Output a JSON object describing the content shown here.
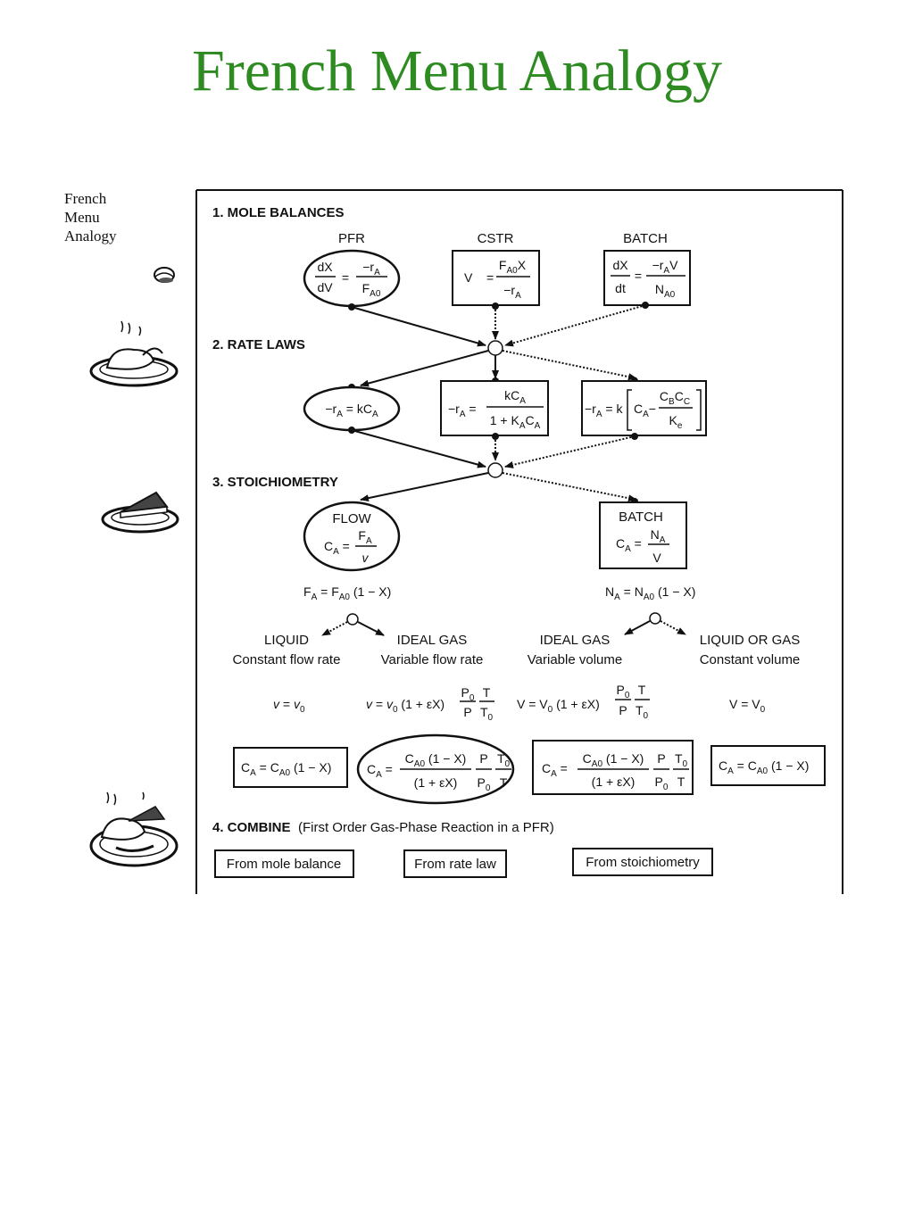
{
  "title": "French Menu Analogy",
  "side_label": [
    "French",
    "Menu",
    "Analogy"
  ],
  "sections": {
    "mole_balances": "1. MOLE BALANCES",
    "rate_laws": "2. RATE LAWS",
    "stoichiometry": "3. STOICHIOMETRY",
    "combine_bold": "4. COMBINE",
    "combine_rest": "(First Order Gas-Phase Reaction in a PFR)"
  },
  "reactor_labels": {
    "pfr": "PFR",
    "cstr": "CSTR",
    "batch": "BATCH"
  },
  "stoich_labels": {
    "flow": "FLOW",
    "batch": "BATCH",
    "liquid": "LIQUID",
    "ideal_gas_1": "IDEAL GAS",
    "ideal_gas_2": "IDEAL GAS",
    "liquid_or_gas": "LIQUID OR GAS",
    "constant_flow_rate": "Constant flow rate",
    "variable_flow_rate": "Variable flow rate",
    "variable_volume": "Variable volume",
    "constant_volume": "Constant volume"
  },
  "combine_boxes": {
    "from_mole_balance": "From mole balance",
    "from_rate_law": "From rate law",
    "from_stoichiometry": "From stoichiometry"
  },
  "icons": [
    "mushroom-icon",
    "roast-chicken-plate-icon",
    "pie-slice-plate-icon",
    "full-meal-plate-icon"
  ]
}
